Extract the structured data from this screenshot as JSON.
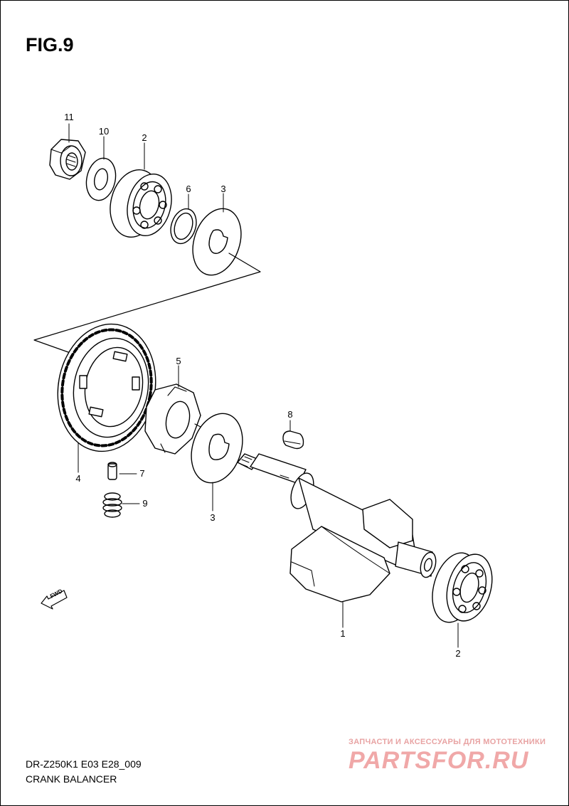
{
  "figure": {
    "title": "FIG.9"
  },
  "callouts": [
    {
      "id": "11",
      "label": "11"
    },
    {
      "id": "10",
      "label": "10"
    },
    {
      "id": "2a",
      "label": "2"
    },
    {
      "id": "6",
      "label": "6"
    },
    {
      "id": "3a",
      "label": "3"
    },
    {
      "id": "5",
      "label": "5"
    },
    {
      "id": "4",
      "label": "4"
    },
    {
      "id": "7",
      "label": "7"
    },
    {
      "id": "9",
      "label": "9"
    },
    {
      "id": "3b",
      "label": "3"
    },
    {
      "id": "8",
      "label": "8"
    },
    {
      "id": "1",
      "label": "1"
    },
    {
      "id": "2b",
      "label": "2"
    }
  ],
  "fwd_arrow": {
    "label": "FWD"
  },
  "footer": {
    "model_code": "DR-Z250K1 E03 E28_009",
    "section_name": "CRANK BALANCER"
  },
  "watermark": {
    "tagline": "ЗАПЧАСТИ И АКСЕССУАРЫ ДЛЯ МОТОТЕХНИКИ",
    "logo": "PARTSFOR.RU",
    "color": "#f0a8a8"
  }
}
